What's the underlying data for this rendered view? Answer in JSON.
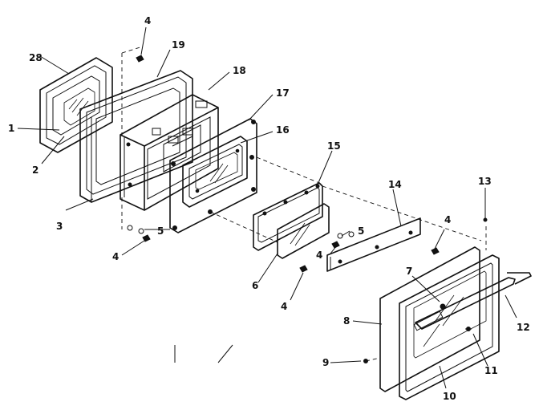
{
  "callouts": {
    "c28": "28",
    "c19": "19",
    "c18": "18",
    "c17": "17",
    "c16": "16",
    "c15": "15",
    "c14": "14",
    "c13": "13",
    "c12": "12",
    "c11": "11",
    "c10": "10",
    "c9": "9",
    "c8": "8",
    "c7": "7",
    "c6": "6",
    "c5a": "5",
    "c5b": "5",
    "c4a": "4",
    "c4b": "4",
    "c4c": "4",
    "c4d": "4",
    "c4e": "4",
    "c3": "3",
    "c2": "2",
    "c1": "1"
  }
}
